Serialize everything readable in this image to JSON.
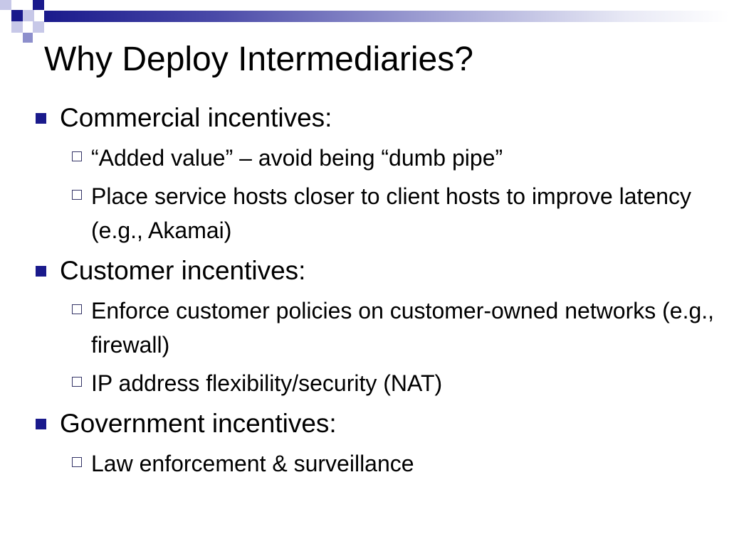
{
  "slide": {
    "title": "Why Deploy Intermediaries?",
    "sections": [
      {
        "heading": "Commercial incentives:",
        "items": [
          "“Added value” – avoid being “dumb pipe”",
          "Place service hosts closer to client hosts to improve latency (e.g., Akamai)"
        ]
      },
      {
        "heading": "Customer incentives:",
        "items": [
          "Enforce customer policies on customer-owned networks (e.g., firewall)",
          "IP address flexibility/security (NAT)"
        ]
      },
      {
        "heading": "Government incentives:",
        "items": [
          "Law enforcement & surveillance"
        ]
      }
    ]
  },
  "colors": {
    "accent": "#1a1a8c",
    "accent_light": "#c7c8e8",
    "text": "#000000",
    "background": "#ffffff"
  }
}
